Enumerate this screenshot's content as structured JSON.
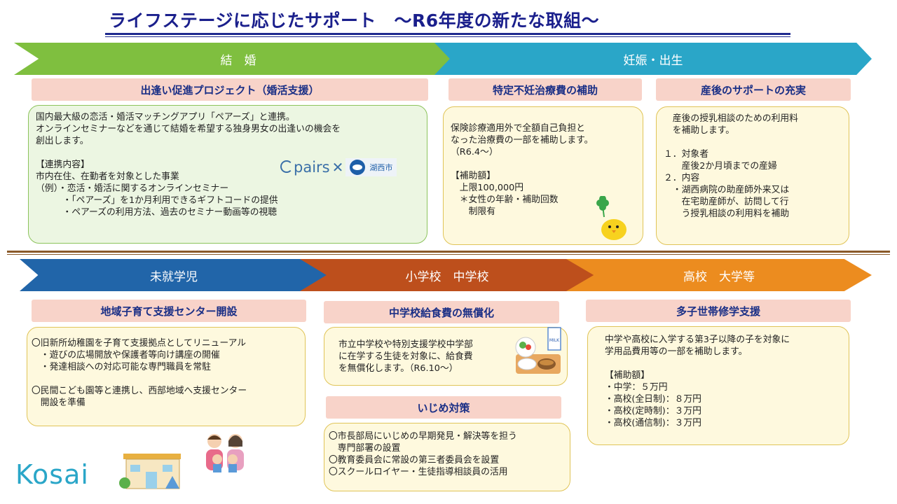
{
  "title": "ライフステージに応じたサポート　～R6年度の新たな取組～",
  "banners": {
    "marriage": "結　婚",
    "pregnancy": "妊娠・出生",
    "preschool": "未就学児",
    "school": "小学校　中学校",
    "high": "高校　大学等"
  },
  "marriage": {
    "header": "出逢い促進プロジェクト（婚活支援）",
    "lines": [
      "国内最大級の恋活・婚活マッチングアプリ「ペアーズ」と連携。",
      "オンラインセミナーなどを通じて結婚を希望する独身男女の出逢いの機会を",
      "創出します。",
      "",
      "【連携内容】",
      "市内在住、在勤者を対象とした事業",
      "（例）・恋活・婚活に関するオンラインセミナー",
      "　　　・「ペアーズ」を1か月利用できるギフトコードの提供",
      "　　　・ペアーズの利用方法、過去のセミナー動画等の視聴"
    ],
    "logo_pairs": "pairs",
    "logo_city": "湖西市"
  },
  "fertility": {
    "header": "特定不妊治療費の補助",
    "lines": [
      "保険診療適用外で全額自己負担と",
      "なった治療費の一部を補助します。",
      "（R6.4～）",
      "",
      "【補助額】",
      "　上限100,000円",
      "　＊女性の年齢・補助回数",
      "　　制限有"
    ]
  },
  "postnatal": {
    "header": "産後のサポートの充実",
    "lines": [
      "　産後の授乳相談のための利用料",
      "　を補助します。",
      "",
      "１．対象者",
      "　　産後2か月頃までの産婦",
      "２．内容",
      "　・湖西病院の助産師外来又は",
      "　　在宅助産師が、訪問して行",
      "　　う授乳相談の利用料を補助"
    ]
  },
  "childcare": {
    "header": "地域子育て支援センター開設",
    "lines": [
      "〇旧新所幼稚園を子育て支援拠点としてリニューアル",
      "　・遊びの広場開放や保護者等向け講座の開催",
      "　・発達相談への対応可能な専門職員を常駐",
      "",
      "〇民間こども園等と連携し、西部地域へ支援センター",
      "　開設を準備"
    ]
  },
  "lunch": {
    "header": "中学校給食費の無償化",
    "lines": [
      "市立中学校や特別支援学校中学部",
      "に在学する生徒を対象に、給食費",
      "を無償化します。（R6.10～）"
    ],
    "milk_label": "MILK"
  },
  "bullying": {
    "header": "いじめ対策",
    "lines": [
      "〇市長部局にいじめの早期発見・解決等を担う",
      "　専門部署の設置",
      "〇教育委員会に常設の第三者委員会を設置",
      "〇スクールロイヤー・生徒指導相談員の活用"
    ]
  },
  "tuition": {
    "header": "多子世帯修学支援",
    "lines": [
      "中学や高校に入学する第3子以降の子を対象に",
      "学用品費用等の一部を補助します。",
      "",
      "【補助額】",
      "・中学：５万円",
      "・高校(全日制)：８万円",
      "・高校(定時制)：３万円",
      "・高校(通信制)：３万円"
    ]
  },
  "footer_logo": "Kosai",
  "colors": {
    "green": "#7fbf3f",
    "teal": "#2aa6c8",
    "blue": "#2165a9",
    "rust": "#bd4f1c",
    "orange": "#ec8c1f",
    "pink": "#f8d3c9",
    "navy": "#1a2f86"
  }
}
